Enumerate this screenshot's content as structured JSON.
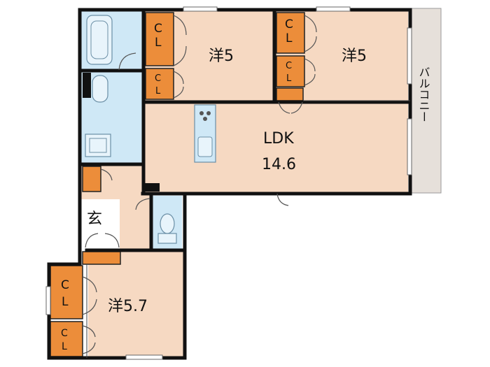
{
  "rooms": {
    "bedroom_top_left": "洋5",
    "bedroom_top_right": "洋5",
    "ldk_name": "LDK",
    "ldk_size": "14.6",
    "entrance": "玄",
    "bedroom_bottom": "洋5.7",
    "balcony": "バルコニー"
  },
  "closets": {
    "cl1_c": "C",
    "cl1_l": "L",
    "cl2_c": "C",
    "cl2_l": "L",
    "cl3_c": "C",
    "cl3_l": "L",
    "cl4_c": "C",
    "cl4_l": "L",
    "cl5_c": "C",
    "cl5_l": "L",
    "cl6_c": "C",
    "cl6_l": "L"
  },
  "colors": {
    "room_fill": "#f6d9c2",
    "closet_fill": "#ec8d3a",
    "wet_fill": "#cfe8f6",
    "balcony_fill": "#e6e0da",
    "wall": "#111111"
  }
}
